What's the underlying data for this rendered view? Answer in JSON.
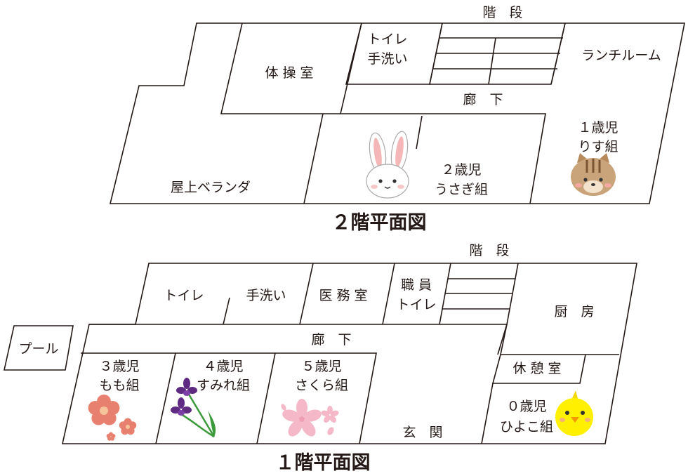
{
  "floor2": {
    "title": "２階平面図",
    "rooms": {
      "veranda": "屋上ベランダ",
      "gym": "体 操 室",
      "toilet": "トイレ",
      "washroom": "手洗い",
      "stairs": "階　段",
      "lunchroom": "ランチルーム",
      "corridor": "廊　下",
      "usagi_age": "２歳児",
      "usagi_name": "うさぎ組",
      "risu_age": "１歳児",
      "risu_name": "りす組"
    }
  },
  "floor1": {
    "title": "１階平面図",
    "rooms": {
      "pool": "プール",
      "toilet": "トイレ",
      "washroom": "手洗い",
      "medical": "医 務 室",
      "staff_toilet_1": "職 員",
      "staff_toilet_2": "トイレ",
      "stairs": "階　段",
      "kitchen": "厨　房",
      "corridor": "廊　下",
      "momo_age": "３歳児",
      "momo_name": "もも組",
      "sumire_age": "４歳児",
      "sumire_name": "すみれ組",
      "sakura_age": "５歳児",
      "sakura_name": "さくら組",
      "entrance": "玄　関",
      "lounge": "休 憩 室",
      "hiyoko_age": "０歳児",
      "hiyoko_name": "ひよこ組"
    }
  },
  "icons": [
    "rabbit-icon",
    "squirrel-icon",
    "plum-blossom-icon",
    "violet-flower-icon",
    "cherry-blossom-icon",
    "chick-icon"
  ],
  "colors": {
    "line": "#231815",
    "rabbit_ear": "#f4b6b6",
    "squirrel": "#c9a37a",
    "plum": "#e8806f",
    "violet": "#5e2a82",
    "sakura": "#f4b8c8",
    "chick": "#fff000"
  }
}
